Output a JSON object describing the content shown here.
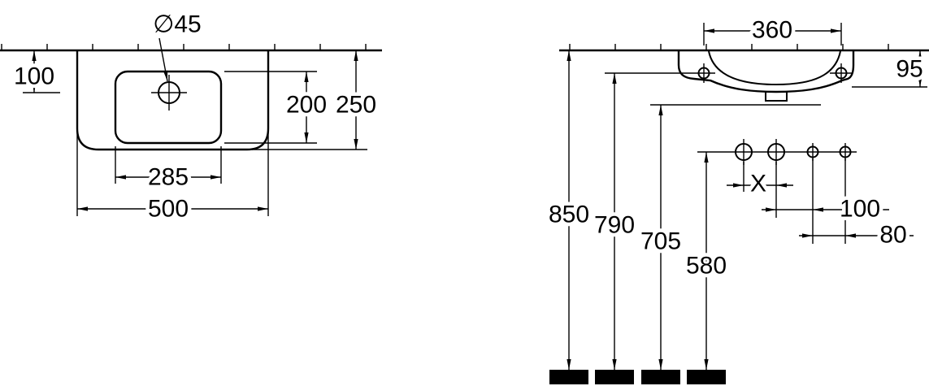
{
  "page": {
    "background_color": "#ffffff",
    "line_color": "#000000",
    "description_labels_only": true
  },
  "top_view": {
    "dims": {
      "tap_hole_diameter": "∅45",
      "tap_center_from_wall": "100",
      "bowl_depth": "200",
      "overall_depth": "250",
      "bowl_width": "285",
      "overall_width": "500"
    }
  },
  "front_view": {
    "dims": {
      "fixing_hole_centres": "360",
      "apron_height": "95",
      "rim_height_overall": "850",
      "fixing_hole_height": "790",
      "underside_height": "705",
      "connection_height": "580",
      "connection_spacing": "X",
      "outlet_offset_a": "100",
      "outlet_offset_b": "80"
    }
  }
}
